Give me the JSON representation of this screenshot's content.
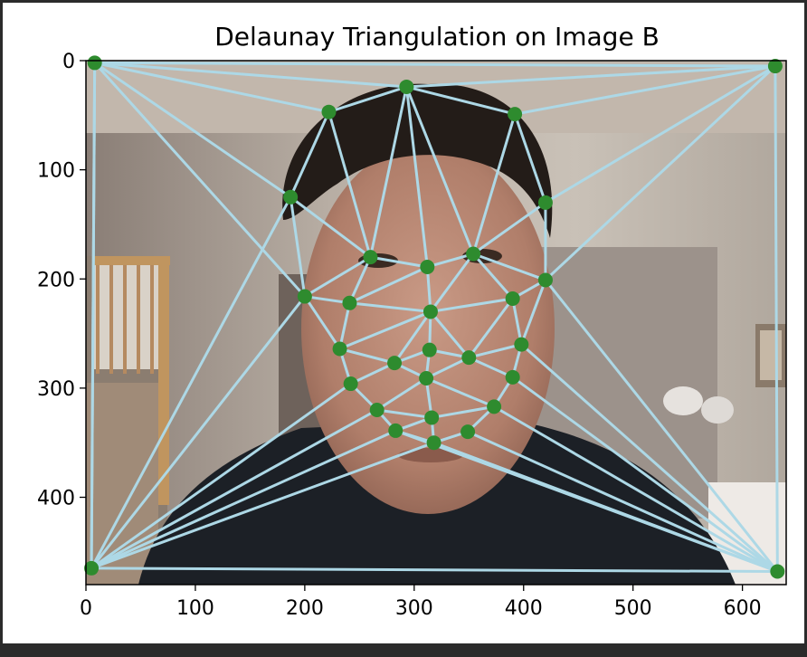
{
  "chart_data": {
    "type": "scatter",
    "title": "Delaunay Triangulation on Image B",
    "xlabel": "",
    "ylabel": "",
    "xlim": [
      0,
      640
    ],
    "ylim": [
      480,
      0
    ],
    "xticks": [
      0,
      100,
      200,
      300,
      400,
      500,
      600
    ],
    "yticks": [
      0,
      100,
      200,
      300,
      400
    ],
    "grid": false,
    "background": "photograph of a young man with dark hair wearing a dark t-shirt in a room with stairs",
    "point_color": "#2e8b2e",
    "edge_color": "#add8e6",
    "points": [
      {
        "x": 8,
        "y": 2
      },
      {
        "x": 630,
        "y": 5
      },
      {
        "x": 5,
        "y": 465
      },
      {
        "x": 632,
        "y": 468
      },
      {
        "x": 293,
        "y": 24
      },
      {
        "x": 222,
        "y": 47
      },
      {
        "x": 392,
        "y": 49
      },
      {
        "x": 187,
        "y": 125
      },
      {
        "x": 420,
        "y": 130
      },
      {
        "x": 260,
        "y": 180
      },
      {
        "x": 312,
        "y": 189
      },
      {
        "x": 354,
        "y": 177
      },
      {
        "x": 420,
        "y": 201
      },
      {
        "x": 200,
        "y": 216
      },
      {
        "x": 241,
        "y": 222
      },
      {
        "x": 315,
        "y": 230
      },
      {
        "x": 390,
        "y": 218
      },
      {
        "x": 232,
        "y": 264
      },
      {
        "x": 282,
        "y": 277
      },
      {
        "x": 314,
        "y": 265
      },
      {
        "x": 350,
        "y": 272
      },
      {
        "x": 398,
        "y": 260
      },
      {
        "x": 242,
        "y": 296
      },
      {
        "x": 311,
        "y": 291
      },
      {
        "x": 390,
        "y": 290
      },
      {
        "x": 266,
        "y": 320
      },
      {
        "x": 316,
        "y": 327
      },
      {
        "x": 373,
        "y": 317
      },
      {
        "x": 283,
        "y": 339
      },
      {
        "x": 318,
        "y": 350
      },
      {
        "x": 349,
        "y": 340
      }
    ],
    "edges": [
      [
        0,
        1
      ],
      [
        0,
        2
      ],
      [
        1,
        3
      ],
      [
        2,
        3
      ],
      [
        0,
        4
      ],
      [
        0,
        5
      ],
      [
        0,
        7
      ],
      [
        0,
        13
      ],
      [
        4,
        1
      ],
      [
        6,
        1
      ],
      [
        8,
        1
      ],
      [
        12,
        1
      ],
      [
        4,
        5
      ],
      [
        4,
        6
      ],
      [
        5,
        7
      ],
      [
        5,
        9
      ],
      [
        4,
        9
      ],
      [
        4,
        10
      ],
      [
        4,
        11
      ],
      [
        6,
        11
      ],
      [
        6,
        8
      ],
      [
        8,
        11
      ],
      [
        8,
        12
      ],
      [
        7,
        9
      ],
      [
        7,
        13
      ],
      [
        9,
        10
      ],
      [
        10,
        11
      ],
      [
        11,
        12
      ],
      [
        9,
        13
      ],
      [
        9,
        14
      ],
      [
        10,
        14
      ],
      [
        10,
        15
      ],
      [
        11,
        15
      ],
      [
        11,
        16
      ],
      [
        12,
        16
      ],
      [
        13,
        14
      ],
      [
        14,
        15
      ],
      [
        15,
        16
      ],
      [
        13,
        17
      ],
      [
        14,
        17
      ],
      [
        15,
        17
      ],
      [
        15,
        18
      ],
      [
        15,
        19
      ],
      [
        15,
        20
      ],
      [
        16,
        20
      ],
      [
        16,
        21
      ],
      [
        12,
        21
      ],
      [
        17,
        18
      ],
      [
        18,
        19
      ],
      [
        19,
        20
      ],
      [
        20,
        21
      ],
      [
        17,
        22
      ],
      [
        18,
        22
      ],
      [
        18,
        23
      ],
      [
        19,
        23
      ],
      [
        20,
        23
      ],
      [
        20,
        24
      ],
      [
        21,
        24
      ],
      [
        22,
        25
      ],
      [
        23,
        25
      ],
      [
        23,
        26
      ],
      [
        23,
        27
      ],
      [
        24,
        27
      ],
      [
        25,
        26
      ],
      [
        26,
        27
      ],
      [
        25,
        28
      ],
      [
        26,
        28
      ],
      [
        26,
        29
      ],
      [
        27,
        30
      ],
      [
        29,
        30
      ],
      [
        28,
        29
      ],
      [
        12,
        3
      ],
      [
        21,
        3
      ],
      [
        24,
        3
      ],
      [
        27,
        3
      ],
      [
        30,
        3
      ],
      [
        29,
        3
      ],
      [
        28,
        3
      ],
      [
        13,
        2
      ],
      [
        22,
        2
      ],
      [
        25,
        2
      ],
      [
        28,
        2
      ],
      [
        29,
        2
      ],
      [
        7,
        2
      ],
      [
        0,
        2
      ]
    ]
  }
}
